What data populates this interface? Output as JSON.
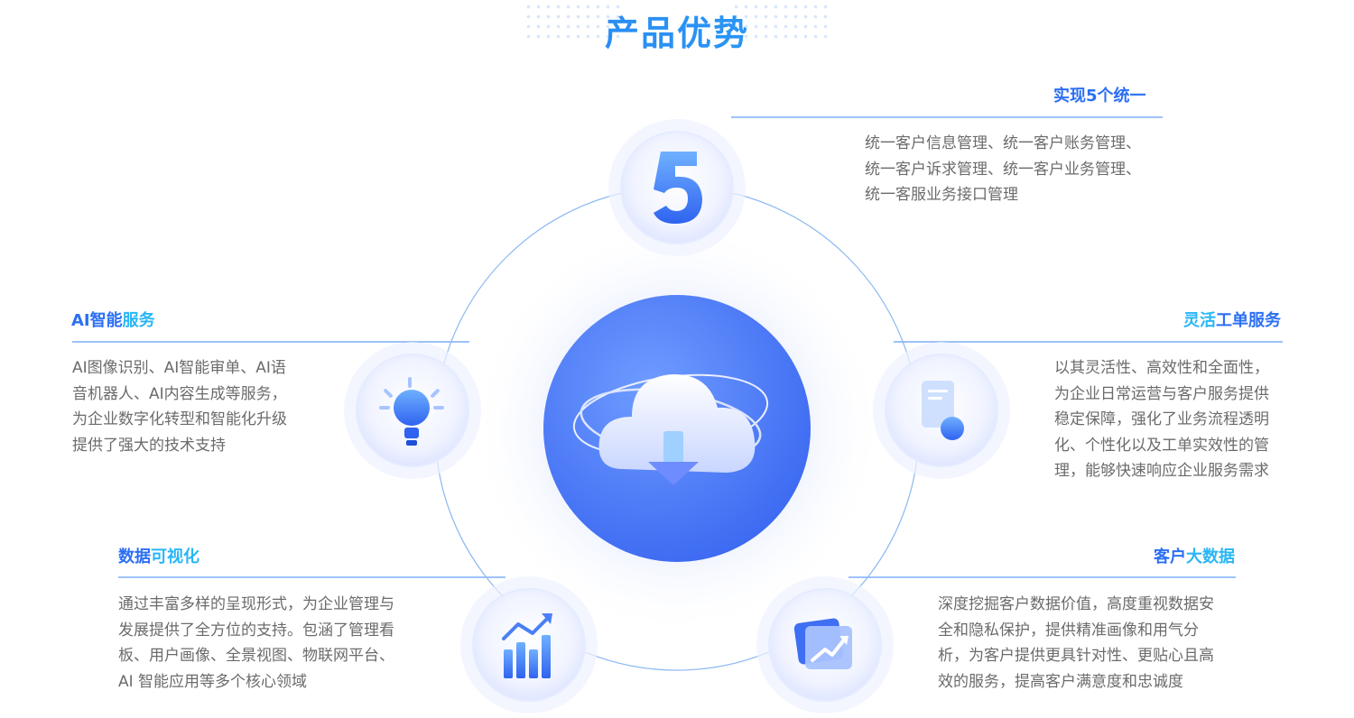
{
  "title": "产品优势",
  "colors": {
    "primary": "#2b6ff3",
    "accent": "#29b6f6",
    "text": "#6b6b6b"
  },
  "center": {
    "icon": "cloud-download-icon"
  },
  "features": {
    "unify": {
      "title": "实现5个统一",
      "icon": "number-five-icon",
      "lines": [
        "统一客户信息管理、统一客户账务管理、",
        "统一客户诉求管理、统一客户业务管理、",
        "统一客服业务接口管理"
      ]
    },
    "ai": {
      "title_main": "AI智能",
      "title_accent": "服务",
      "icon": "lightbulb-icon",
      "lines": [
        "AI图像识别、AI智能审单、AI语",
        "音机器人、AI内容生成等服务，",
        "为企业数字化转型和智能化升级",
        "提供了强大的技术支持"
      ]
    },
    "workorder": {
      "title_accent": "灵活",
      "title_main": "工单服务",
      "icon": "document-icon",
      "lines": [
        "以其灵活性、高效性和全面性，",
        "为企业日常运营与客户服务提供",
        "稳定保障，强化了业务流程透明",
        "化、个性化以及工单实效性的管",
        "理，能够快速响应企业服务需求"
      ]
    },
    "visual": {
      "title_main": "数据",
      "title_accent": "可视化",
      "icon": "bar-chart-icon",
      "lines": [
        "通过丰富多样的呈现形式，为企业管理与",
        "发展提供了全方位的支持。包涵了管理看",
        "板、用户画像、全景视图、物联网平台、",
        "AI 智能应用等多个核心领域"
      ]
    },
    "bigdata": {
      "title_main": "客户",
      "title_accent": "大数据",
      "icon": "trend-card-icon",
      "lines": [
        "深度挖掘客户数据价值，高度重视数据安",
        "全和隐私保护，提供精准画像和用气分",
        "析，为客户提供更具针对性、更贴心且高",
        "效的服务，提高客户满意度和忠诚度"
      ]
    }
  }
}
